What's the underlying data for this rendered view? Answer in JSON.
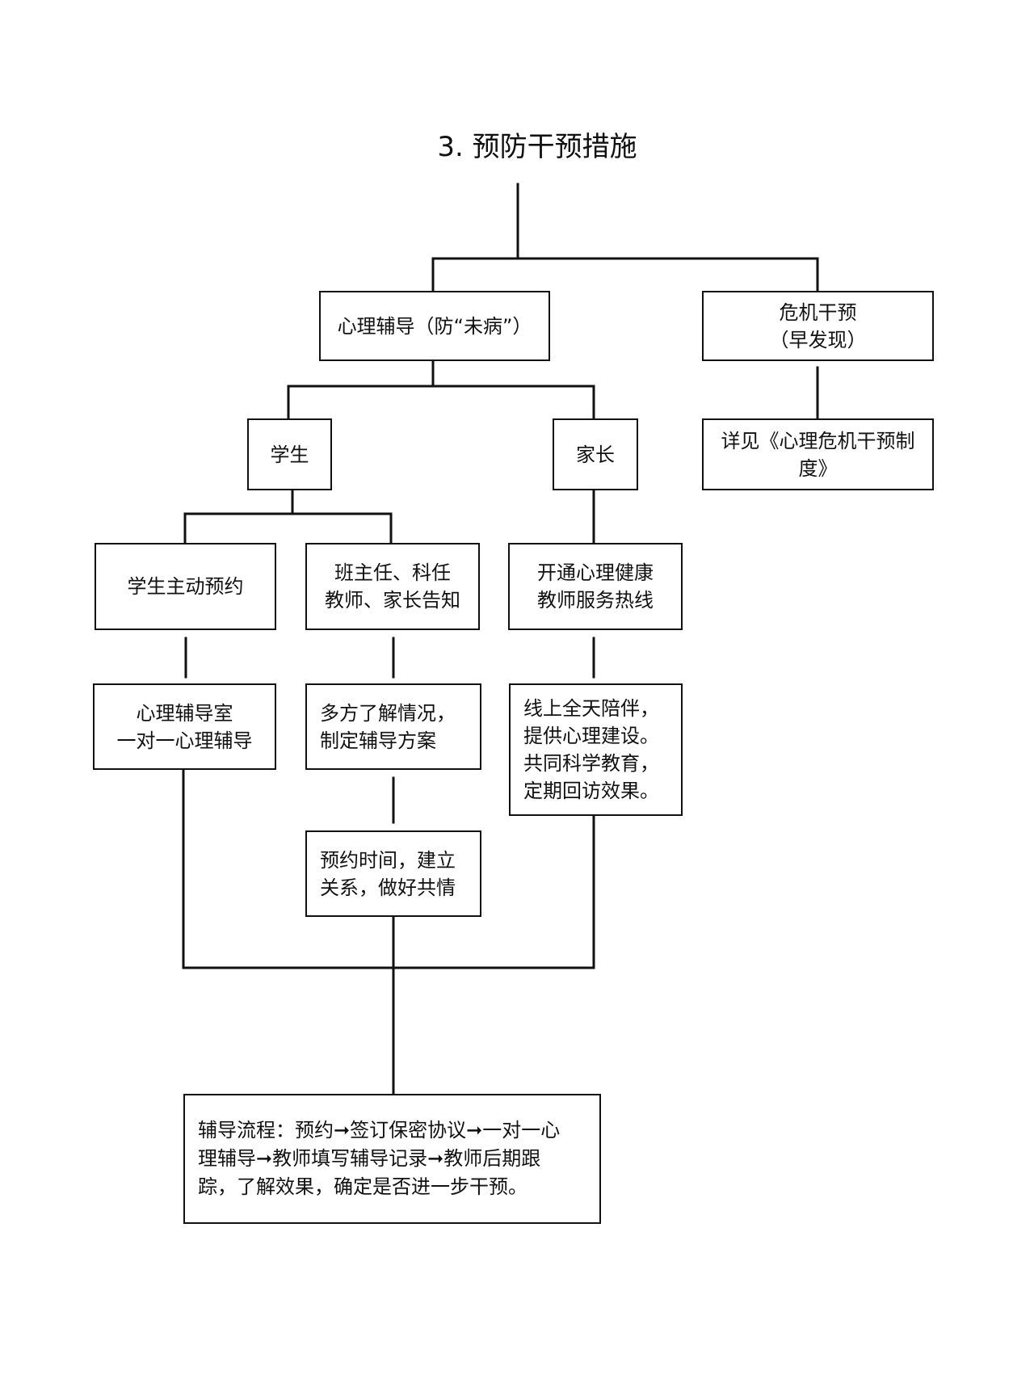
{
  "diagram": {
    "title": "3.  预防干预措施",
    "nodes": {
      "root_left": {
        "lines": [
          "心理辅导（防“未病”）"
        ]
      },
      "root_right": {
        "lines": [
          "危机干预",
          "（早发现）"
        ]
      },
      "see_policy": {
        "lines": [
          "详见《心理危机干预制",
          "度》"
        ]
      },
      "student": {
        "lines": [
          "学生"
        ]
      },
      "parent": {
        "lines": [
          "家长"
        ]
      },
      "self_booking": {
        "lines": [
          "学生主动预约"
        ]
      },
      "notify": {
        "lines": [
          "班主任、科任",
          "教师、家长告知"
        ]
      },
      "hotline": {
        "lines": [
          "开通心理健康",
          "教师服务热线"
        ]
      },
      "counsel_room": {
        "lines": [
          "心理辅导室",
          "一对一心理辅导"
        ]
      },
      "plan": {
        "lines": [
          "多方了解情况，",
          "制定辅导方案"
        ]
      },
      "online": {
        "lines": [
          "线上全天陪伴，",
          "提供心理建设。",
          "共同科学教育，",
          "定期回访效果。"
        ]
      },
      "appoint": {
        "lines": [
          "预约时间，建立",
          "关系，做好共情"
        ]
      },
      "process": {
        "lines": [
          "辅导流程：预约➞签订保密协议➞一对一心",
          "理辅导➞教师填写辅导记录➞教师后期跟",
          "踪，了解效果，确定是否进一步干预。"
        ]
      }
    }
  },
  "colors": {
    "line": "#111111",
    "background": "#ffffff"
  }
}
